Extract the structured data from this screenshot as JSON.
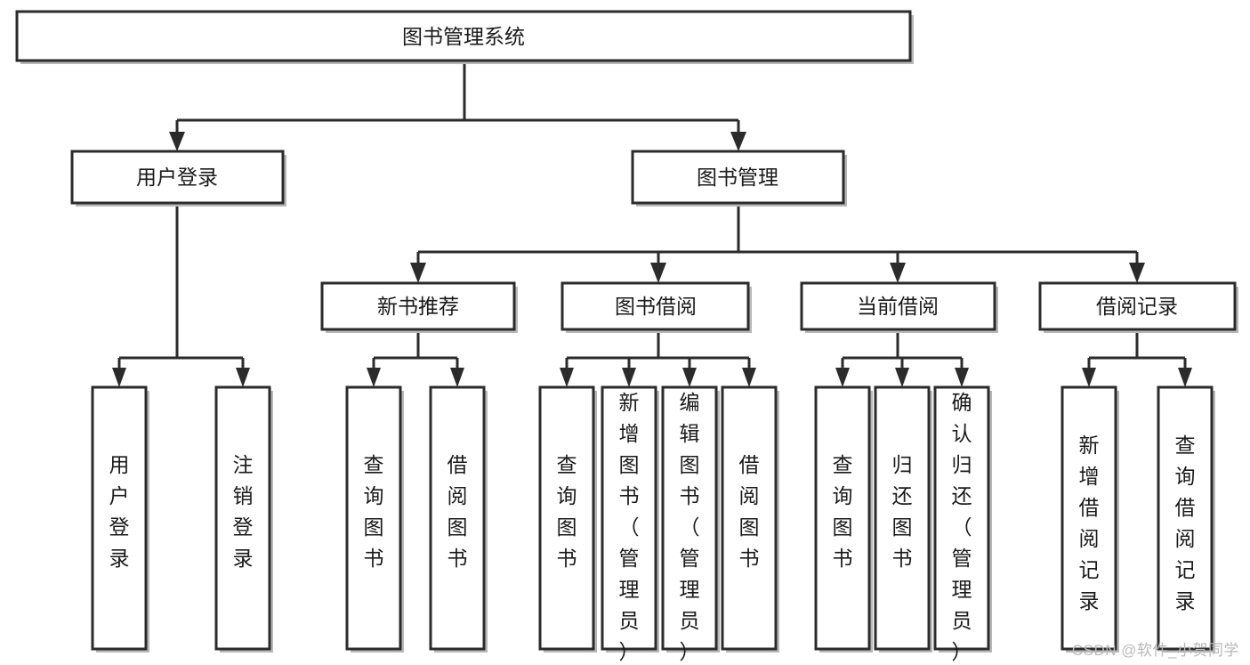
{
  "diagram": {
    "type": "tree-hierarchy",
    "title": "图书管理系统",
    "watermark": "CSDN @软件_小贺同学",
    "colors": {
      "stroke": "#2b2b2b",
      "fill": "#ffffff",
      "text": "#1a1a1a",
      "watermark": "#b9b9b9",
      "shadow": "#b8b8b8"
    },
    "levels": [
      {
        "level": 1,
        "nodes": [
          {
            "id": "root",
            "label": "图书管理系统",
            "orientation": "horizontal"
          }
        ]
      },
      {
        "level": 2,
        "nodes": [
          {
            "id": "login",
            "label": "用户登录",
            "orientation": "horizontal",
            "parent": "root"
          },
          {
            "id": "bookmgmt",
            "label": "图书管理",
            "orientation": "horizontal",
            "parent": "root"
          }
        ]
      },
      {
        "level": 3,
        "nodes": [
          {
            "id": "newbook",
            "label": "新书推荐",
            "orientation": "horizontal",
            "parent": "bookmgmt"
          },
          {
            "id": "borrow",
            "label": "图书借阅",
            "orientation": "horizontal",
            "parent": "bookmgmt"
          },
          {
            "id": "current",
            "label": "当前借阅",
            "orientation": "horizontal",
            "parent": "bookmgmt"
          },
          {
            "id": "records",
            "label": "借阅记录",
            "orientation": "horizontal",
            "parent": "bookmgmt"
          }
        ]
      },
      {
        "level": 4,
        "nodes": [
          {
            "id": "leaf-1",
            "label": "用户登录",
            "orientation": "vertical",
            "parent": "login"
          },
          {
            "id": "leaf-2",
            "label": "注销登录",
            "orientation": "vertical",
            "parent": "login"
          },
          {
            "id": "leaf-3",
            "label": "查询图书",
            "orientation": "vertical",
            "parent": "newbook"
          },
          {
            "id": "leaf-4",
            "label": "借阅图书",
            "orientation": "vertical",
            "parent": "newbook"
          },
          {
            "id": "leaf-5",
            "label": "查询图书",
            "orientation": "vertical",
            "parent": "borrow"
          },
          {
            "id": "leaf-6",
            "label": "新增图书（管理员）",
            "orientation": "vertical",
            "parent": "borrow"
          },
          {
            "id": "leaf-7",
            "label": "编辑图书（管理员）",
            "orientation": "vertical",
            "parent": "borrow"
          },
          {
            "id": "leaf-8",
            "label": "借阅图书",
            "orientation": "vertical",
            "parent": "borrow"
          },
          {
            "id": "leaf-9",
            "label": "查询图书",
            "orientation": "vertical",
            "parent": "current"
          },
          {
            "id": "leaf-10",
            "label": "归还图书",
            "orientation": "vertical",
            "parent": "current"
          },
          {
            "id": "leaf-11",
            "label": "确认归还（管理员）",
            "orientation": "vertical",
            "parent": "current"
          },
          {
            "id": "leaf-12",
            "label": "新增借阅记录",
            "orientation": "vertical",
            "parent": "records"
          },
          {
            "id": "leaf-13",
            "label": "查询借阅记录",
            "orientation": "vertical",
            "parent": "records"
          }
        ]
      }
    ]
  }
}
